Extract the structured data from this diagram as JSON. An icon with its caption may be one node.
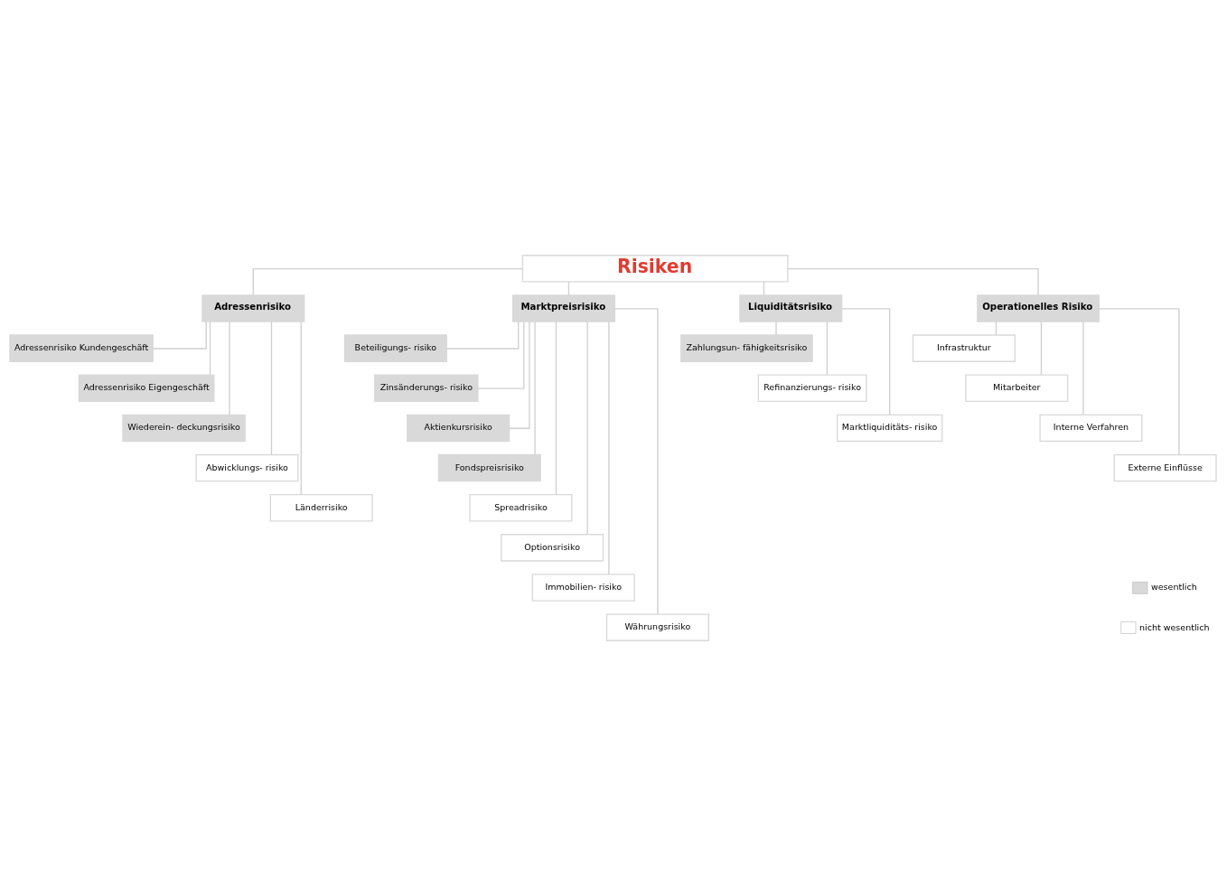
{
  "diagram": {
    "nodes": [
      {
        "text": [
          "Risiken"
        ]
      },
      {
        "text": [
          "Adressenrisiko"
        ]
      },
      {
        "text": [
          "Adressenrisiko Kundengeschäft"
        ]
      },
      {
        "text": [
          "Adressenrisiko Eigengeschäft"
        ]
      },
      {
        "text": [
          "Wiederein- deckungsrisiko"
        ]
      },
      {
        "text": [
          "Abwicklungs- risiko"
        ]
      },
      {
        "text": [
          "Länderrisiko"
        ]
      },
      {
        "text": [
          "Marktpreisrisiko"
        ]
      },
      {
        "text": [
          "Beteiligungs- risiko"
        ]
      },
      {
        "text": [
          "Zinsänderungs- risiko"
        ]
      },
      {
        "text": [
          "Aktienkursrisiko"
        ]
      },
      {
        "text": [
          "Fondspreisrisiko"
        ]
      },
      {
        "text": [
          "Spreadrisiko"
        ]
      },
      {
        "text": [
          "Optionsrisiko"
        ]
      },
      {
        "text": [
          "Immobilien- risiko"
        ]
      },
      {
        "text": [
          "Währungsrisiko"
        ]
      },
      {
        "text": [
          "Liquiditätsrisiko"
        ]
      },
      {
        "text": [
          "Zahlungsun- fähigkeitsrisiko"
        ]
      },
      {
        "text": [
          "Refinanzierungs- risiko"
        ]
      },
      {
        "text": [
          "Marktliquiditäts- risiko"
        ]
      },
      {
        "text": [
          "Operationelles Risiko"
        ]
      },
      {
        "text": [
          "Infrastruktur"
        ]
      },
      {
        "text": [
          "Mitarbeiter"
        ]
      },
      {
        "text": [
          "Interne Verfahren"
        ]
      },
      {
        "text": [
          "Externe Einflüsse"
        ]
      }
    ],
    "edges": [
      {
        "from": 0,
        "to": 1,
        "arrow": "none"
      },
      {
        "from": 0,
        "to": 7,
        "arrow": "none"
      },
      {
        "from": 0,
        "to": 16,
        "arrow": "none"
      },
      {
        "from": 0,
        "to": 20,
        "arrow": "none"
      },
      {
        "from": 1,
        "to": 2,
        "arrow": "none"
      },
      {
        "from": 1,
        "to": 3,
        "arrow": "none"
      },
      {
        "from": 1,
        "to": 4,
        "arrow": "none"
      },
      {
        "from": 1,
        "to": 5,
        "arrow": "none"
      },
      {
        "from": 1,
        "to": 6,
        "arrow": "none"
      },
      {
        "from": 7,
        "to": 8,
        "arrow": "none"
      },
      {
        "from": 7,
        "to": 9,
        "arrow": "none"
      },
      {
        "from": 7,
        "to": 10,
        "arrow": "none"
      },
      {
        "from": 7,
        "to": 11,
        "arrow": "none"
      },
      {
        "from": 7,
        "to": 12,
        "arrow": "none"
      },
      {
        "from": 7,
        "to": 13,
        "arrow": "none"
      },
      {
        "from": 7,
        "to": 14,
        "arrow": "none"
      },
      {
        "from": 7,
        "to": 15,
        "arrow": "none"
      },
      {
        "from": 16,
        "to": 17,
        "arrow": "none"
      },
      {
        "from": 16,
        "to": 18,
        "arrow": "none"
      },
      {
        "from": 16,
        "to": 19,
        "arrow": "none"
      },
      {
        "from": 20,
        "to": 21,
        "arrow": "none"
      },
      {
        "from": 20,
        "to": 22,
        "arrow": "none"
      },
      {
        "from": 20,
        "to": 23,
        "arrow": "none"
      },
      {
        "from": 20,
        "to": 24,
        "arrow": "none"
      }
    ],
    "legend": [
      {
        "text": "wesentlich",
        "color": "#d9d9d9"
      },
      {
        "text": "nicht wesentlich",
        "color": "#ffffff"
      }
    ]
  }
}
